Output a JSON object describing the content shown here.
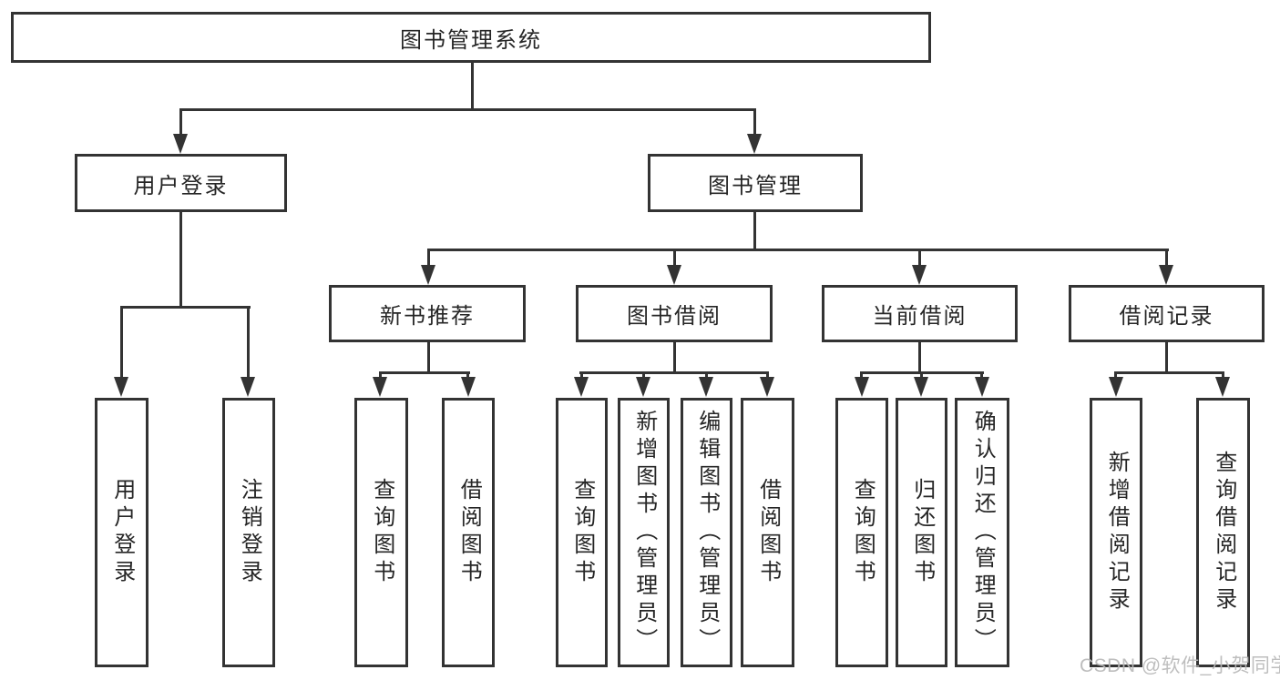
{
  "colors": {
    "line": "#333333",
    "text": "#262626",
    "background": "#ffffff",
    "watermark": "#b8b8b8"
  },
  "diagram": {
    "title": "图书管理系统",
    "level2": {
      "user_login": "用户登录",
      "book_mgmt": "图书管理"
    },
    "level3": {
      "new_book_rec": "新书推荐",
      "book_borrow": "图书借阅",
      "current_borrow": "当前借阅",
      "borrow_record": "借阅记录"
    },
    "leaves": {
      "user_login": "用户登录",
      "logout": "注销登录",
      "rec_query_book": "查询图书",
      "rec_borrow_book": "借阅图书",
      "bor_query_book": "查询图书",
      "bor_add_book": "新增图书（管理员）",
      "bor_edit_book": "编辑图书（管理员）",
      "bor_borrow_book": "借阅图书",
      "cur_query_book": "查询图书",
      "cur_return_book": "归还图书",
      "cur_confirm_return": "确认归还（管理员）",
      "log_add_record": "新增借阅记录",
      "log_query_record": "查询借阅记录"
    },
    "watermark": "CSDN @软件_小贺同学"
  }
}
